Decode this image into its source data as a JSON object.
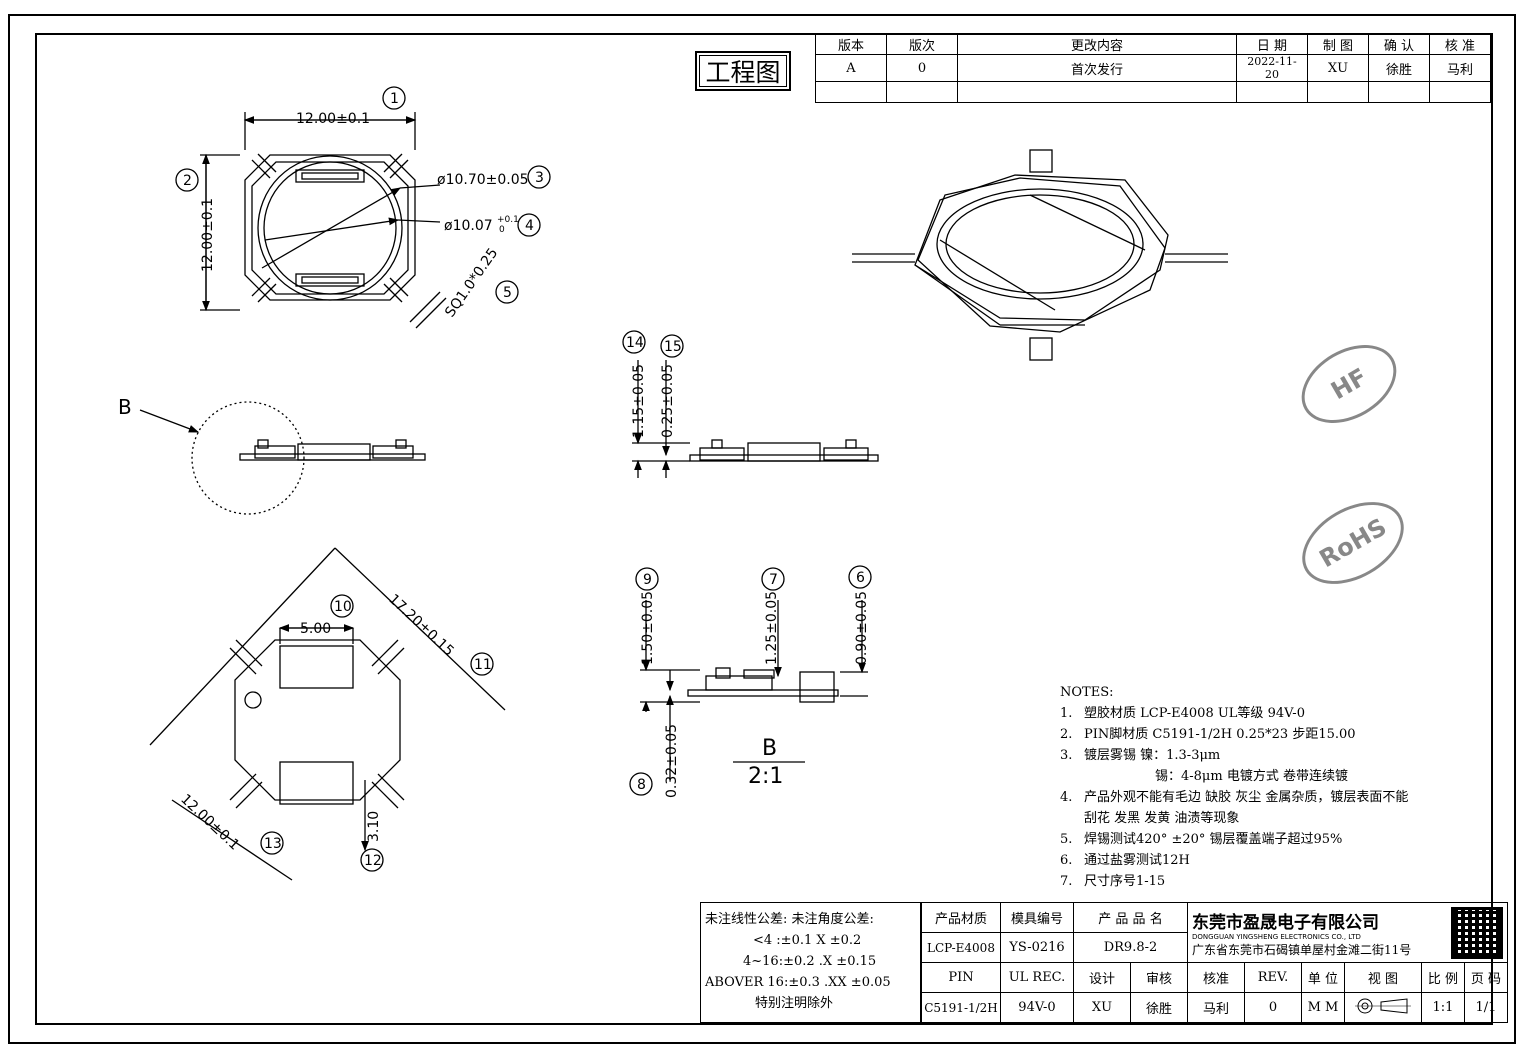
{
  "drawing_title": "工程图",
  "revision_table": {
    "headers": [
      "版本",
      "版次",
      "更改内容",
      "日 期",
      "制 图",
      "确 认",
      "核 准"
    ],
    "rows": [
      [
        "A",
        "0",
        "首次发行",
        "2022-11-20",
        "XU",
        "徐胜",
        "马利"
      ],
      [
        "",
        "",
        "",
        "",
        "",
        "",
        ""
      ]
    ]
  },
  "views": {
    "top_view": {
      "dims": [
        "12.00±0.1",
        "12.00±0.1",
        "ø10.70±0.05",
        "ø10.07",
        "+0.1",
        "0",
        "SQ1.0*0.25"
      ],
      "callouts": [
        "1",
        "2",
        "3",
        "4",
        "5"
      ]
    },
    "side_view_1": {
      "label_b": "B",
      "dims": [
        "1.15±0.05",
        "0.25±0.05"
      ],
      "callouts": [
        "14",
        "15"
      ]
    },
    "bottom_view": {
      "dims": [
        "5.00",
        "17.20±0.15",
        "12.00±0.1",
        "3.10"
      ],
      "callouts": [
        "10",
        "11",
        "12",
        "13"
      ]
    },
    "detail_b": {
      "dims": [
        "1.50±0.05",
        "1.25±0.05",
        "0.90±0.05",
        "0.32±0.05"
      ],
      "callouts": [
        "9",
        "7",
        "6",
        "8"
      ],
      "label": "B",
      "scale": "2:1"
    }
  },
  "stamps": [
    "HF",
    "RoHS"
  ],
  "notes": {
    "heading": "NOTES:",
    "items": [
      {
        "num": "1.",
        "text": "塑胶材质 LCP-E4008 UL等级 94V-0"
      },
      {
        "num": "2.",
        "text": "PIN脚材质 C5191-1/2H 0.25*23 步距15.00"
      },
      {
        "num": "3.",
        "text": "镀层雾锡 镍：1.3-3μm"
      },
      {
        "num": "",
        "text": "锡：4-8μm 电镀方式 卷带连续镀",
        "indent": true
      },
      {
        "num": "4.",
        "text": "产品外观不能有毛边 缺胶 灰尘 金属杂质，镀层表面不能"
      },
      {
        "num": "",
        "text": "刮花 发黑 发黄 油渍等现象"
      },
      {
        "num": "5.",
        "text": "焊锡测试420° ±20° 锡层覆盖端子超过95%"
      },
      {
        "num": "6.",
        "text": "通过盐雾测试12H"
      },
      {
        "num": "7.",
        "text": "尺寸序号1-15"
      }
    ]
  },
  "tolerances": {
    "lines": [
      "未注线性公差:  未注角度公差:",
      "<4 :±0.1  X ±0.2",
      "4~16:±0.2  .X ±0.15",
      "ABOVER 16:±0.3  .XX ±0.05",
      "特别注明除外"
    ]
  },
  "title_block": {
    "material_label": "产品材质",
    "mold_label": "模具编号",
    "product_label": "产 品 品 名",
    "material": "LCP-E4008",
    "mold_no": "YS-0216",
    "product_name": "DR9.8-2",
    "pin_label": "PIN",
    "ul_label": "UL REC.",
    "design_label": "设计",
    "review_label": "审核",
    "approve_label": "核准",
    "rev_label": "REV.",
    "unit_label": "单 位",
    "view_label": "视 图",
    "scale_label": "比 例",
    "page_label": "页 码",
    "pin_material": "C5191-1/2H",
    "ul_value": "94V-0",
    "designer": "XU",
    "reviewer": "徐胜",
    "approver": "马利",
    "rev": "0",
    "unit": "M M",
    "scale": "1:1",
    "page": "1/1",
    "company_name": "东莞市盈晟电子有限公司",
    "company_en": "DONGGUAN YINGSHENG ELECTRONICS CO., LTD",
    "company_address": "广东省东莞市石碣镇单屋村金滩二街11号"
  }
}
